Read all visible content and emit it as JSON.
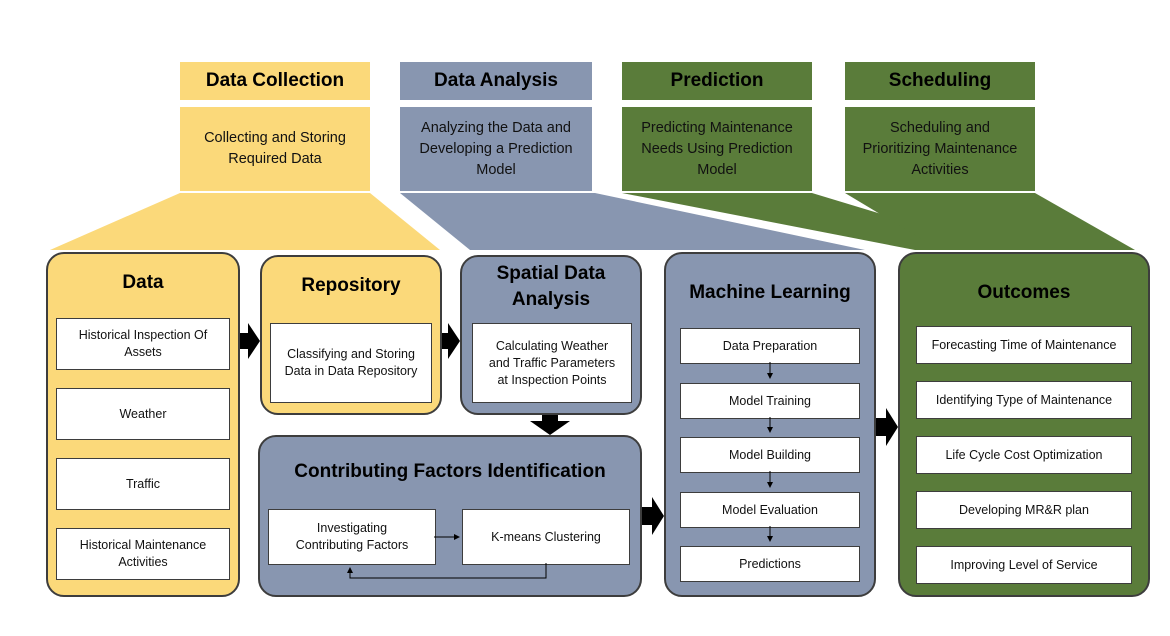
{
  "phases": [
    {
      "title": "Data Collection",
      "desc": [
        "Collecting and Storing",
        "Required Data"
      ]
    },
    {
      "title": "Data Analysis",
      "desc": [
        "Analyzing the Data and",
        "Developing a Prediction",
        "Model"
      ]
    },
    {
      "title": "Prediction",
      "desc": [
        "Predicting Maintenance",
        "Needs Using Prediction",
        "Model"
      ]
    },
    {
      "title": "Scheduling",
      "desc": [
        "Scheduling and",
        "Prioritizing Maintenance",
        "Activities"
      ]
    }
  ],
  "data_panel": {
    "title": "Data",
    "items": [
      [
        "Historical Inspection Of",
        "Assets"
      ],
      [
        "Weather"
      ],
      [
        "Traffic"
      ],
      [
        "Historical Maintenance",
        "Activities"
      ]
    ]
  },
  "repository_panel": {
    "title": "Repository",
    "box": [
      "Classifying and Storing",
      "Data in Data Repository"
    ]
  },
  "spatial_panel": {
    "title": [
      "Spatial Data",
      "Analysis"
    ],
    "box": [
      "Calculating Weather",
      "and Traffic Parameters",
      "at Inspection Points"
    ]
  },
  "factors_panel": {
    "title": "Contributing Factors Identification",
    "box_left": [
      "Investigating",
      "Contributing Factors"
    ],
    "box_right": [
      "K-means Clustering"
    ]
  },
  "ml_panel": {
    "title": "Machine Learning",
    "items": [
      "Data Preparation",
      "Model Training",
      "Model Building",
      "Model Evaluation",
      "Predictions"
    ]
  },
  "outcomes_panel": {
    "title": "Outcomes",
    "items": [
      "Forecasting Time of Maintenance",
      "Identifying Type of Maintenance",
      "Life Cycle Cost Optimization",
      "Developing MR&R plan",
      "Improving Level of Service"
    ]
  },
  "colors": {
    "yellow": "#fbd97a",
    "blue": "#8896b0",
    "green": "#5a7c3a",
    "arrow": "#000000"
  }
}
